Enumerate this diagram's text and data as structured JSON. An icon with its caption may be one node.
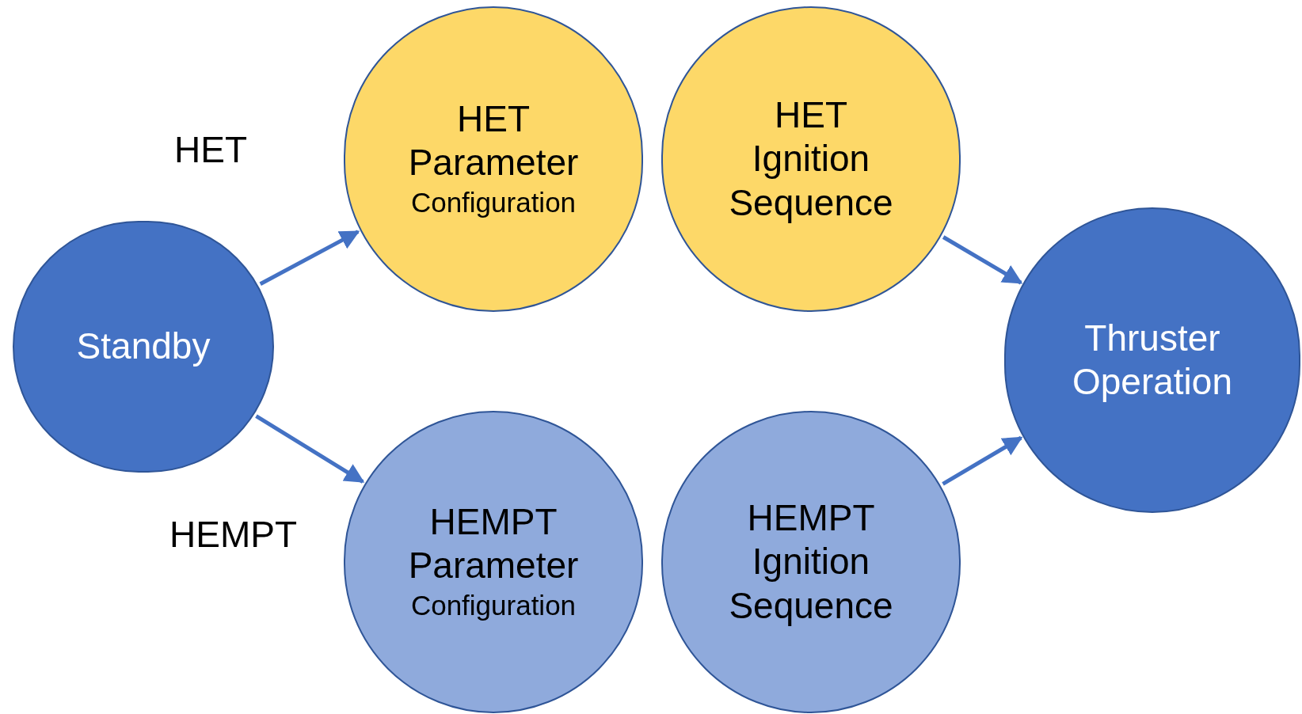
{
  "diagram": {
    "nodes": [
      {
        "text": [
          "Standby"
        ]
      },
      {
        "text": [
          "HET Parameter",
          "Configuration"
        ]
      },
      {
        "text": [
          "HET Ignition Sequence"
        ]
      },
      {
        "text": [
          "Thruster Operation"
        ]
      },
      {
        "text": [
          "HEMPT Parameter",
          "Configuration"
        ]
      },
      {
        "text": [
          "HEMPT Ignition Sequence"
        ]
      }
    ],
    "edges": [
      {
        "from": 0,
        "to": 1,
        "arrow": "to",
        "label": "HET"
      },
      {
        "from": 0,
        "to": 4,
        "arrow": "to",
        "label": "HEMPT"
      },
      {
        "from": 2,
        "to": 3,
        "arrow": "to"
      },
      {
        "from": 5,
        "to": 3,
        "arrow": "to"
      }
    ]
  }
}
